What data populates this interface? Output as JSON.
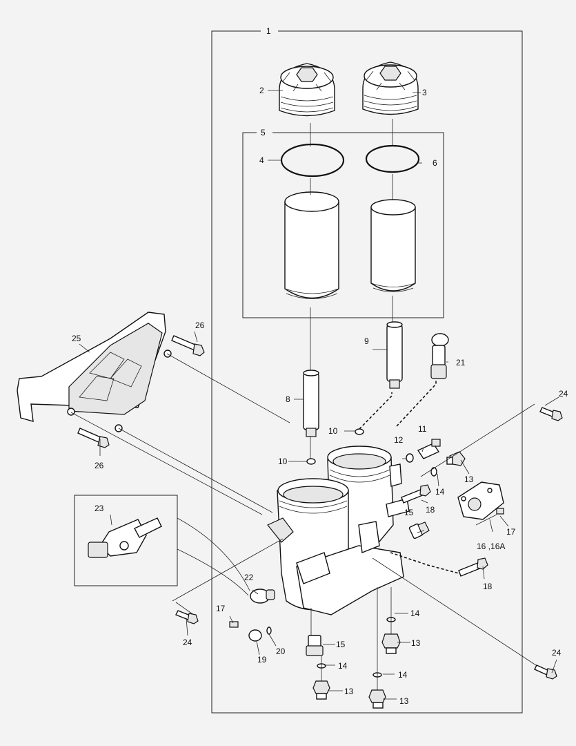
{
  "labels": {
    "l1": "1",
    "l2": "2",
    "l3": "3",
    "l4": "4",
    "l5": "5",
    "l6": "6",
    "l7": "8",
    "l8": "9",
    "l9": "10",
    "l10": "10",
    "l11": "11",
    "l12": "12",
    "l13": "13",
    "l14": "13",
    "l15": "13",
    "l16": "13",
    "l17": "14",
    "l18": "14",
    "l19": "14",
    "l20": "14",
    "l21": "15",
    "l22": "15",
    "l23": "16 ,16A",
    "l24": "17",
    "l25": "17",
    "l26": "18",
    "l27": "18",
    "l28": "19",
    "l29": "20",
    "l30": "21",
    "l31": "22",
    "l32": "23",
    "l33": "24",
    "l34": "24",
    "l35": "24",
    "l36": "25",
    "l37": "26",
    "l38": "26"
  }
}
